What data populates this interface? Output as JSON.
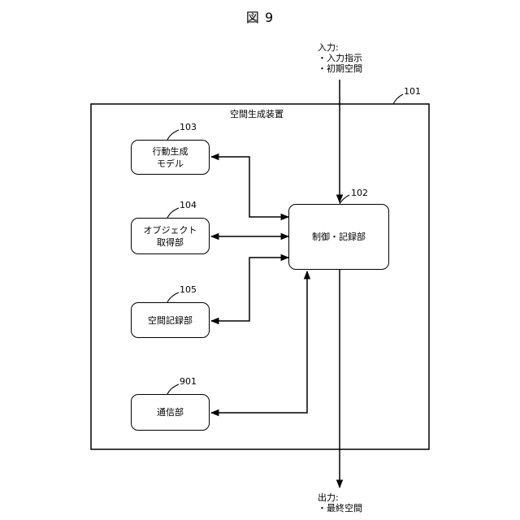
{
  "figure": {
    "title": "図 9"
  },
  "input": {
    "heading": "入力:",
    "items": [
      "・入力指示",
      "・初期空間"
    ]
  },
  "output": {
    "heading": "出力:",
    "items": [
      "・最終空間"
    ]
  },
  "device": {
    "ref": "101",
    "label": "空間生成装置"
  },
  "blocks": {
    "control": {
      "ref": "102",
      "lines": [
        "制御・記録部"
      ]
    },
    "behavior_model": {
      "ref": "103",
      "lines": [
        "行動生成",
        "モデル"
      ]
    },
    "object_acquisition": {
      "ref": "104",
      "lines": [
        "オブジェクト",
        "取得部"
      ]
    },
    "space_record": {
      "ref": "105",
      "lines": [
        "空間記録部"
      ]
    },
    "communication": {
      "ref": "901",
      "lines": [
        "通信部"
      ]
    }
  }
}
